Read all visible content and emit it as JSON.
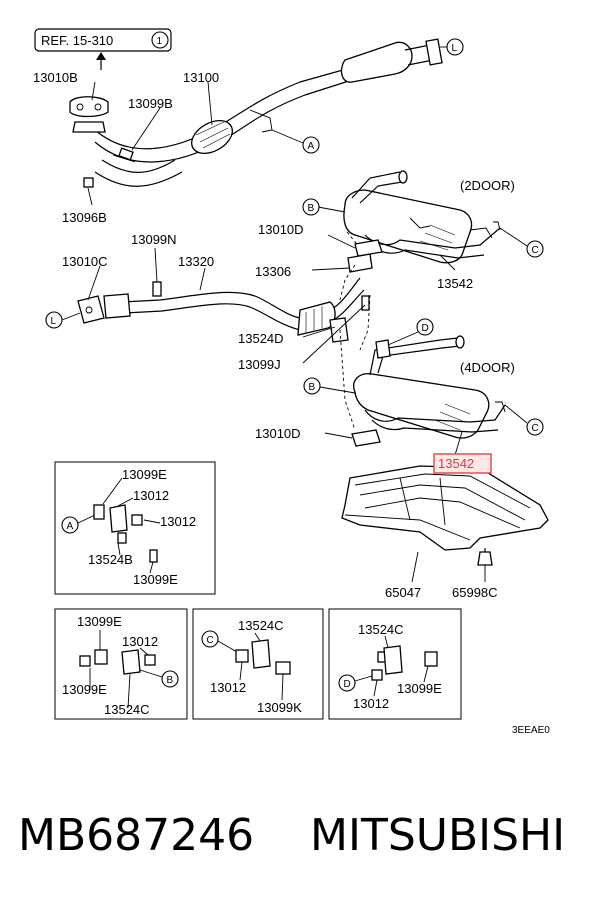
{
  "diagram": {
    "ref_box": "REF. 15-310",
    "ref_circle": "1",
    "variants": [
      "(2DOOR)",
      "(4DOOR)"
    ],
    "markers": [
      "L",
      "A",
      "B",
      "C",
      "D"
    ],
    "labels": {
      "p13010B": "13010B",
      "p13100": "13100",
      "p13099B": "13099B",
      "p13096B": "13096B",
      "p13099N": "13099N",
      "p13010C": "13010C",
      "p13320": "13320",
      "p13010D_top": "13010D",
      "p13306": "13306",
      "p13542_top": "13542",
      "p13524D": "13524D",
      "p13099J": "13099J",
      "p13010D_bottom": "13010D",
      "p13542_bottom": "13542",
      "p65047": "65047",
      "p65998C": "65998C"
    },
    "detail_A": [
      "13099E",
      "13012",
      "13012",
      "13524B",
      "13099E"
    ],
    "detail_B": [
      "13099E",
      "13012",
      "13099E",
      "13524C"
    ],
    "detail_C": [
      "13524C",
      "13012",
      "13099K"
    ],
    "detail_D": [
      "13524C",
      "13012",
      "13099E"
    ],
    "drawing_code": "3EEAE0",
    "highlight_color": "#e05050"
  },
  "footer": {
    "part_number": "MB687246",
    "brand": "MITSUBISHI"
  }
}
